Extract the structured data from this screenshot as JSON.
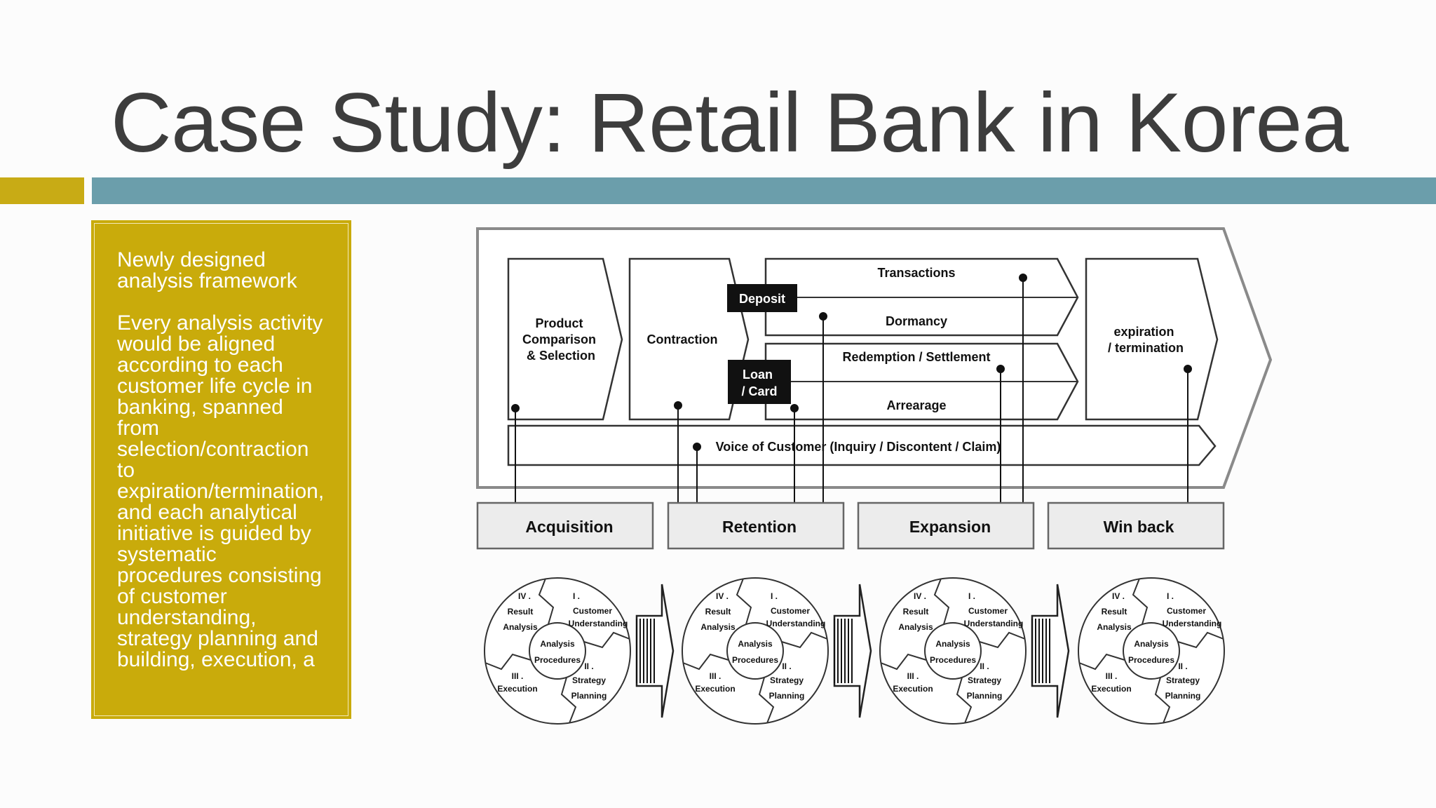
{
  "slide": {
    "title": "Case Study: Retail Bank in Korea",
    "colors": {
      "gold": "#c8ab15",
      "teal": "#6b9eab",
      "title_text": "#3d3d3d"
    }
  },
  "textbox": {
    "heading": "Newly designed analysis framework",
    "body": "Every analysis activity would be aligned according to each customer life cycle in banking, spanned from selection/contraction to expiration/termination, and each analytical initiative is guided by systematic procedures consisting of customer understanding, strategy planning and building, execution, a"
  },
  "diagram": {
    "stages": {
      "product": [
        "Product",
        "Comparison",
        "& Selection"
      ],
      "contraction": "Contraction",
      "transactions": "Transactions",
      "dormancy": "Dormancy",
      "redemption": "Redemption / Settlement",
      "arrearage": "Arrearage",
      "expiration": [
        "expiration",
        "/ termination"
      ],
      "voc": "Voice of Customer (Inquiry / Discontent / Claim)"
    },
    "tags": {
      "deposit": "Deposit",
      "loan": [
        "Loan",
        "/ Card"
      ]
    },
    "phases": [
      "Acquisition",
      "Retention",
      "Expansion",
      "Win back"
    ],
    "cycle": {
      "q1": [
        "I .",
        "Customer",
        "Understanding"
      ],
      "q2": [
        "II .",
        "Strategy",
        "Planning"
      ],
      "q3": [
        "III .",
        "Execution"
      ],
      "q4": [
        "IV .",
        "Result",
        "Analysis"
      ],
      "center": [
        "Analysis",
        "Procedures"
      ]
    }
  }
}
